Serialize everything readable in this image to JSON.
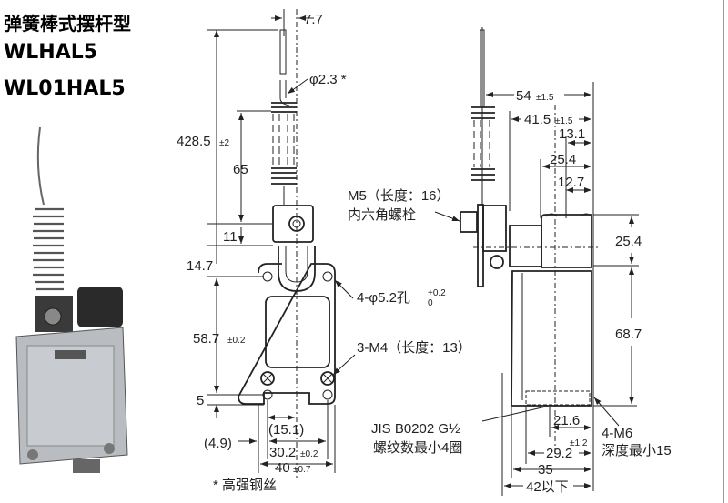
{
  "title": {
    "line1": "弹簧棒式摆杆型",
    "line2": "WLHAL5",
    "line3": "WL01HAL5"
  },
  "front_view": {
    "dim_7_7": "7.7",
    "dim_rod_dia": "φ2.3 *",
    "dim_total": "428.5",
    "dim_total_tol": "±2",
    "dim_65": "65",
    "dim_11": "11",
    "dim_14_7": "14.7",
    "dim_58_7": "58.7",
    "dim_58_7_tol": "±0.2",
    "dim_5": "5",
    "dim_4_9": "(4.9)",
    "dim_15_1": "(15.1)",
    "dim_30_2": "30.2",
    "dim_30_2_tol": "±0.2",
    "dim_40": "40",
    "dim_40_tol": "±0.7",
    "footnote": "*  高强钢丝"
  },
  "callouts": {
    "m5_line1": "M5（长度：16）",
    "m5_line2": "内六角螺栓",
    "holes": "4-φ5.2孔",
    "holes_tol_upper": "+0.2",
    "holes_tol_lower": "0",
    "m4": "3-M4（长度：13）",
    "jis_line1": "JIS B0202 G½",
    "jis_line2": "螺纹数最小4圈",
    "m6_line1": "4-M6",
    "m6_line2": "深度最小15"
  },
  "side_view": {
    "dim_54": "54",
    "dim_54_tol": "±1.5",
    "dim_41_5": "41.5",
    "dim_41_5_tol": "±1.5",
    "dim_13_1": "13.1",
    "dim_25_4_top": "25.4",
    "dim_12_7": "12.7",
    "dim_25_4_right": "25.4",
    "dim_68_7": "68.7",
    "dim_21_6": "21.6",
    "dim_29_2_tol": "±1.2",
    "dim_29_2": "29.2",
    "dim_35": "35",
    "dim_42": "42以下"
  }
}
